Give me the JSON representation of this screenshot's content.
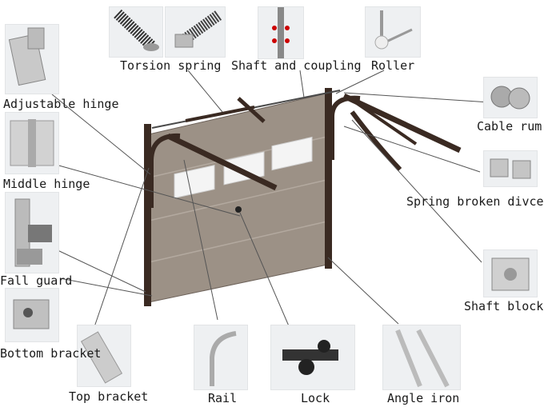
{
  "labels": {
    "torsion_spring": "Torsion spring",
    "shaft_coupling": "Shaft and coupling",
    "roller": "Roller",
    "adjustable_hinge": "Adjustable hinge",
    "middle_hinge": "Middle hinge",
    "fall_guard": "Fall guard",
    "bottom_bracket": "Bottom bracket",
    "top_bracket": "Top bracket",
    "rail": "Rail",
    "lock": "Lock",
    "angle_iron": "Angle iron",
    "cable_rum": "Cable rum",
    "spring_broken": "Spring broken divce",
    "shaft_block": "Shaft block"
  },
  "colors": {
    "door_panel": "#9a8f84",
    "frame": "#3a2a22",
    "leader_line": "#555555",
    "photo_bg": "#eef0f2"
  }
}
